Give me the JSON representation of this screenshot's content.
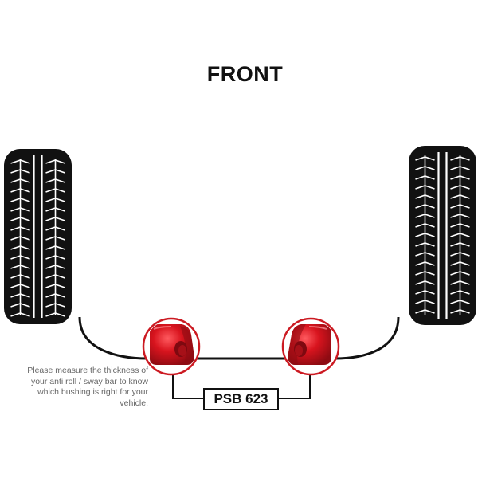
{
  "diagram": {
    "title": "FRONT",
    "note": "Please measure the thickness of your anti roll / sway bar to know which bushing is right for your vehicle.",
    "part_number": "PSB 623",
    "colors": {
      "tire": "#111111",
      "tread": "#ffffff",
      "bar": "#111111",
      "bushing": "#d8141e",
      "bushing_shade": "#9b0d14",
      "callout_ring": "#cc1a22",
      "note_text": "#666666"
    }
  }
}
